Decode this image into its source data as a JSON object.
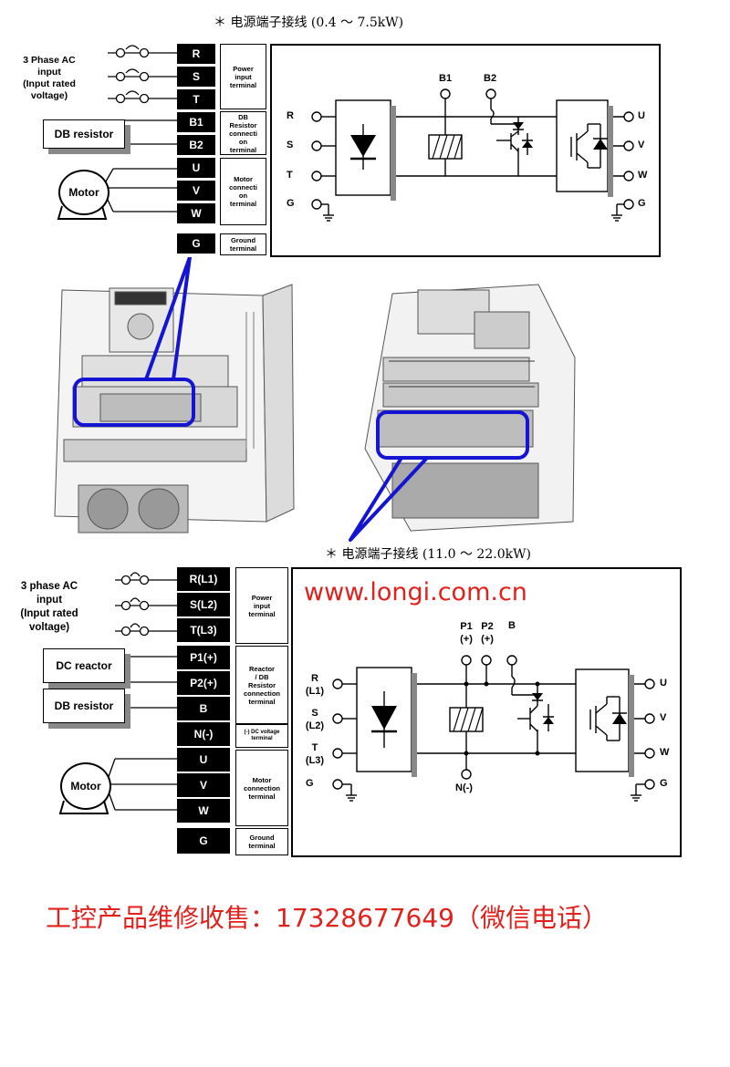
{
  "top": {
    "caption": "＊ 电源端子接线 (0.4 ～ 7.5kW)",
    "input_label": "3 Phase AC\ninput\n(Input rated\nvoltage)",
    "db_resistor": "DB resistor",
    "motor": "Motor",
    "terminals": [
      "R",
      "S",
      "T",
      "B1",
      "B2",
      "U",
      "V",
      "W",
      "G"
    ],
    "descriptions": {
      "power": "Power\ninput\nterminal",
      "db": "DB\nResistor\nconnecti\non\nterminal",
      "motor": "Motor\nconnecti\non\nterminal",
      "ground": "Ground\nterminal"
    },
    "schematic": {
      "top_labels": [
        "B1",
        "B2"
      ],
      "left_labels": [
        "R",
        "S",
        "T",
        "G"
      ],
      "right_labels": [
        "U",
        "V",
        "W",
        "G"
      ]
    }
  },
  "bottom": {
    "caption": "＊ 电源端子接线 (11.0 ～ 22.0kW)",
    "input_label": "3 phase AC\ninput\n(Input rated\nvoltage)",
    "dc_reactor": "DC reactor",
    "db_resistor": "DB resistor",
    "motor": "Motor",
    "terminals": [
      "R(L1)",
      "S(L2)",
      "T(L3)",
      "P1(+)",
      "P2(+)",
      "B",
      "N(-)",
      "U",
      "V",
      "W",
      "G"
    ],
    "descriptions": {
      "power": "Power\ninput\nterminal",
      "reactor": "Reactor\n/ DB\nResistor\nconnection\nterminal",
      "dc": "(-) DC voltage\nterminal",
      "motor": "Motor\nconnection\nterminal",
      "ground": "Ground\nterminal"
    },
    "schematic": {
      "url": "www.longi.com.cn",
      "top_labels": [
        "P1\n(+)",
        "P2\n(+)",
        "B"
      ],
      "left_labels": [
        "R\n(L1)",
        "S\n(L2)",
        "T\n(L3)",
        "G"
      ],
      "right_labels": [
        "U",
        "V",
        "W",
        "G"
      ],
      "bottom_label": "N(-)"
    }
  },
  "footer": {
    "contact": "工控产品维修收售：17328677649（微信电话）"
  },
  "colors": {
    "highlight": "#1414d2",
    "accent_red": "#e2211c",
    "shadow": "#888888"
  }
}
